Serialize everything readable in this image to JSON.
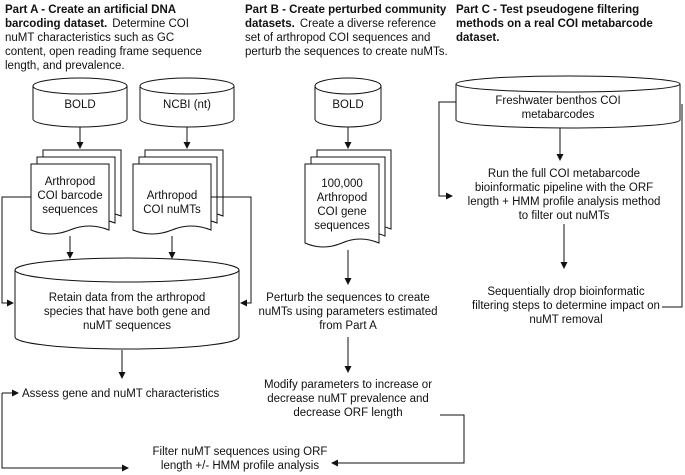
{
  "partA": {
    "title_lines": [
      "Part A - Create an artificial DNA",
      "barcoding dataset."
    ],
    "body_first": "Determine COI",
    "body_lines": [
      "nuMT characteristics such as GC",
      "content, open reading frame sequence",
      "length, and prevalence."
    ]
  },
  "partB": {
    "title_line1": "Part B - Create perturbed community",
    "title_line2": "datasets.",
    "body_first": "Create a diverse reference",
    "body_lines": [
      "set of arthropod COI sequences and",
      "perturb the sequences to create nuMTs."
    ]
  },
  "partC": {
    "title_lines": [
      "Part C - Test pseudogene filtering",
      "methods on a real COI metabarcode",
      "dataset."
    ]
  },
  "nodes": {
    "bold_a": "BOLD",
    "ncbi": "NCBI (nt)",
    "doc_barcode": [
      "Arthropod",
      "COI barcode",
      "sequences"
    ],
    "doc_numt": [
      "Arthropod",
      "COI nuMTs"
    ],
    "retain": [
      "Retain data from the arthropod",
      "species that have both gene and",
      "nuMT sequences"
    ],
    "assess": "Assess gene and nuMT characteristics",
    "bold_b": "BOLD",
    "doc_gene": [
      "100,000",
      "Arthropod",
      "COI gene",
      "sequences"
    ],
    "perturb": [
      "Perturb the sequences to create",
      "nuMTs using parameters estimated",
      "from Part A"
    ],
    "modify": [
      "Modify parameters to increase or",
      "decrease nuMT prevalence and",
      "decrease ORF length"
    ],
    "freshwater": [
      "Freshwater benthos COI",
      "metabarcodes"
    ],
    "run": [
      "Run the full COI metabarcode",
      "bioinformatic pipeline with the ORF",
      "length + HMM profile analysis method",
      "to filter out nuMTs"
    ],
    "drop": [
      "Sequentially drop bioinformatic",
      "filtering steps to determine impact on",
      "nuMT removal"
    ],
    "filter": [
      "Filter nuMT sequences using ORF",
      "length +/- HMM profile analysis"
    ]
  }
}
